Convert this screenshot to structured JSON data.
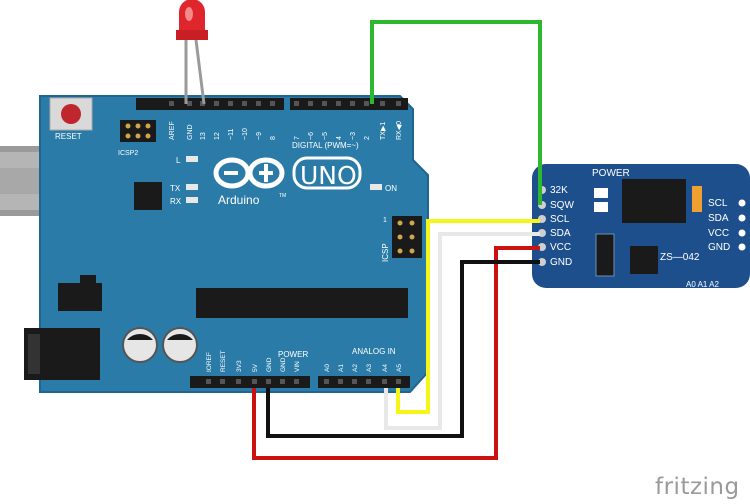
{
  "board": {
    "reset_label": "RESET",
    "icsp2_label": "ICSP2",
    "l_label": "L",
    "tx_label": "TX",
    "rx_label": "RX",
    "on_label": "ON",
    "icsp_label": "ICSP",
    "icsp_pin1": "1",
    "logo_word": "UNO",
    "logo_name": "Arduino",
    "logo_tm": "TM",
    "digital_label": "DIGITAL (PWM=~)",
    "power_label": "POWER",
    "analog_label": "ANALOG IN",
    "top_pins": [
      "AREF",
      "GND",
      "13",
      "12",
      "~11",
      "~10",
      "~9",
      "8",
      "7",
      "~6",
      "~5",
      "4",
      "~3",
      "2",
      "TX▶1",
      "RX◀0"
    ],
    "power_pins": [
      "IOREF",
      "RESET",
      "3V3",
      "5V",
      "GND",
      "GND",
      "VIN"
    ],
    "analog_pins": [
      "A0",
      "A1",
      "A2",
      "A3",
      "A4",
      "A5"
    ]
  },
  "module": {
    "power_label": "POWER",
    "pins": [
      "32K",
      "SQW",
      "SCL",
      "SDA",
      "VCC",
      "GND"
    ],
    "right_pins": [
      "SCL",
      "SDA",
      "VCC",
      "GND"
    ],
    "model": "ZS—042",
    "addr": "A0 A1 A2"
  },
  "brand": "fritzing",
  "colors": {
    "board": "#2a7ba7",
    "board_edge": "#1f6590",
    "module": "#1d4f8c",
    "wire_green": "#2db82d",
    "wire_yellow": "#f5f51a",
    "wire_white": "#e8e8e8",
    "wire_red": "#cc1111",
    "wire_black": "#111111",
    "led": "#e0262d"
  }
}
